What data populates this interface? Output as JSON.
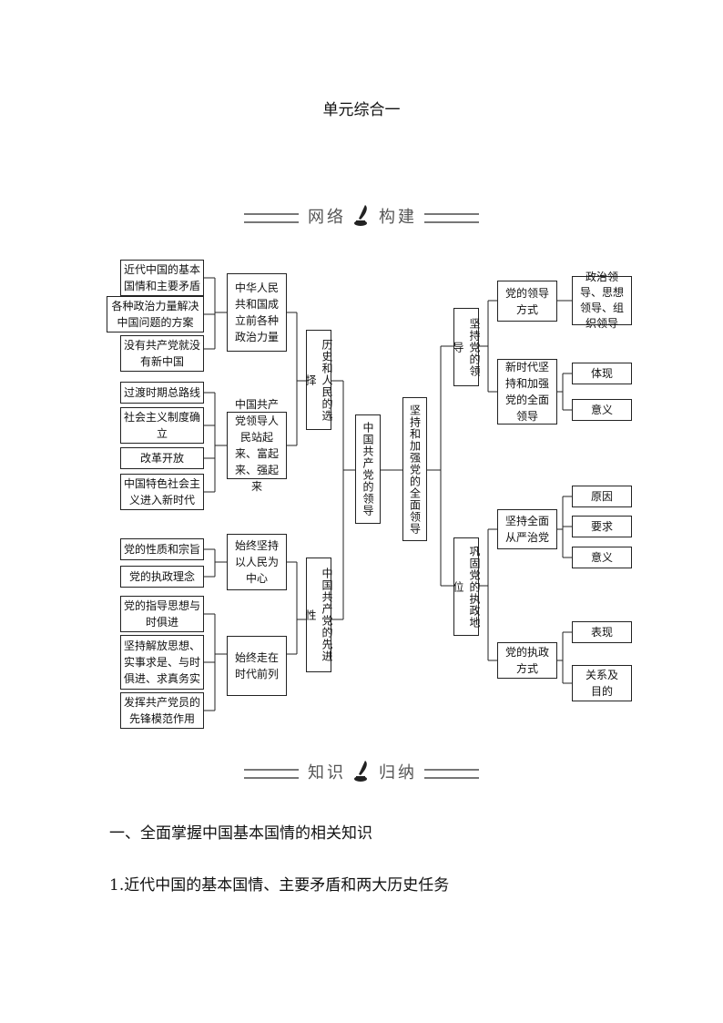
{
  "doc": {
    "title": "单元综合一",
    "banner1": {
      "left": "网络",
      "right": "构建"
    },
    "banner2": {
      "left": "知识",
      "right": "归纳"
    },
    "heading": "一、全面掌握中国基本国情的相关知识",
    "subheading": "1.近代中国的基本国情、主要矛盾和两大历史任务"
  },
  "map": {
    "center": "中国共产党的领导",
    "left": {
      "branch1": {
        "label": "历史和人民的选择",
        "group1": {
          "label": "中华人民共和国成立前各种政治力量",
          "items": [
            "近代中国的基本国情和主要矛盾",
            "各种政治力量解决中国问题的方案",
            "没有共产党就没有新中国"
          ]
        },
        "group2": {
          "label": "中国共产党领导人民站起来、富起来、强起来",
          "items": [
            "过渡时期总路线",
            "社会主义制度确立",
            "改革开放",
            "中国特色社会主义进入新时代"
          ]
        }
      },
      "branch2": {
        "label": "中国共产党的先进性",
        "group1": {
          "label": "始终坚持以人民为中心",
          "items": [
            "党的性质和宗旨",
            "党的执政理念"
          ]
        },
        "group2": {
          "label": "始终走在时代前列",
          "items": [
            "党的指导思想与时俱进",
            "坚持解放思想、实事求是、与时俱进、求真务实",
            "发挥共产党员的先锋模范作用"
          ]
        }
      }
    },
    "right": {
      "label": "坚持和加强党的全面领导",
      "branch1": {
        "label": "坚持党的领导",
        "group1": {
          "label": "党的领导方式",
          "items": [
            "政治领导、思想领导、组织领导"
          ]
        },
        "group2": {
          "label": "新时代坚持和加强党的全面领导",
          "items": [
            "体现",
            "意义"
          ]
        }
      },
      "branch2": {
        "label": "巩固党的执政地位",
        "group1": {
          "label": "坚持全面从严治党",
          "items": [
            "原因",
            "要求",
            "意义"
          ]
        },
        "group2": {
          "label": "党的执政方式",
          "items": [
            "表现",
            "关系及目的"
          ]
        }
      }
    }
  }
}
